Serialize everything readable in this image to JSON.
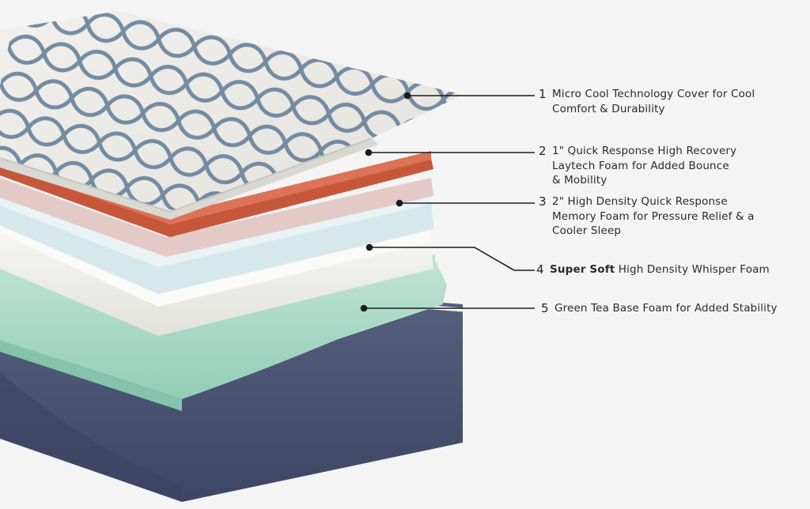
{
  "colors": {
    "background": "#f4f4f4",
    "cover": "#ecebe6",
    "cover_pattern": "#5f7b96",
    "red_foam": "#c95a3e",
    "pink_foam": "#e4cfcc",
    "light_blue_foam": "#d9e9ec",
    "white_foam": "#eeeeea",
    "green_foam": "#a9d8c6",
    "base_fabric": "#4a5573",
    "leader_line": "#1c1c1c"
  },
  "layers": [
    {
      "number": "1",
      "lines": [
        "Micro Cool Technology Cover for Cool",
        "Comfort & Durability"
      ]
    },
    {
      "number": "2",
      "lines": [
        "1\" Quick Response High Recovery",
        "Laytech Foam for Added Bounce",
        "& Mobility"
      ]
    },
    {
      "number": "3",
      "lines": [
        "2\" High Density Quick Response",
        "Memory Foam for Pressure Relief & a",
        "Cooler Sleep"
      ]
    },
    {
      "number": "4",
      "bold": "Super Soft",
      "lines": [
        "High Density Whisper Foam"
      ]
    },
    {
      "number": "5",
      "lines": [
        "Green Tea Base Foam for Added Stability"
      ]
    }
  ]
}
